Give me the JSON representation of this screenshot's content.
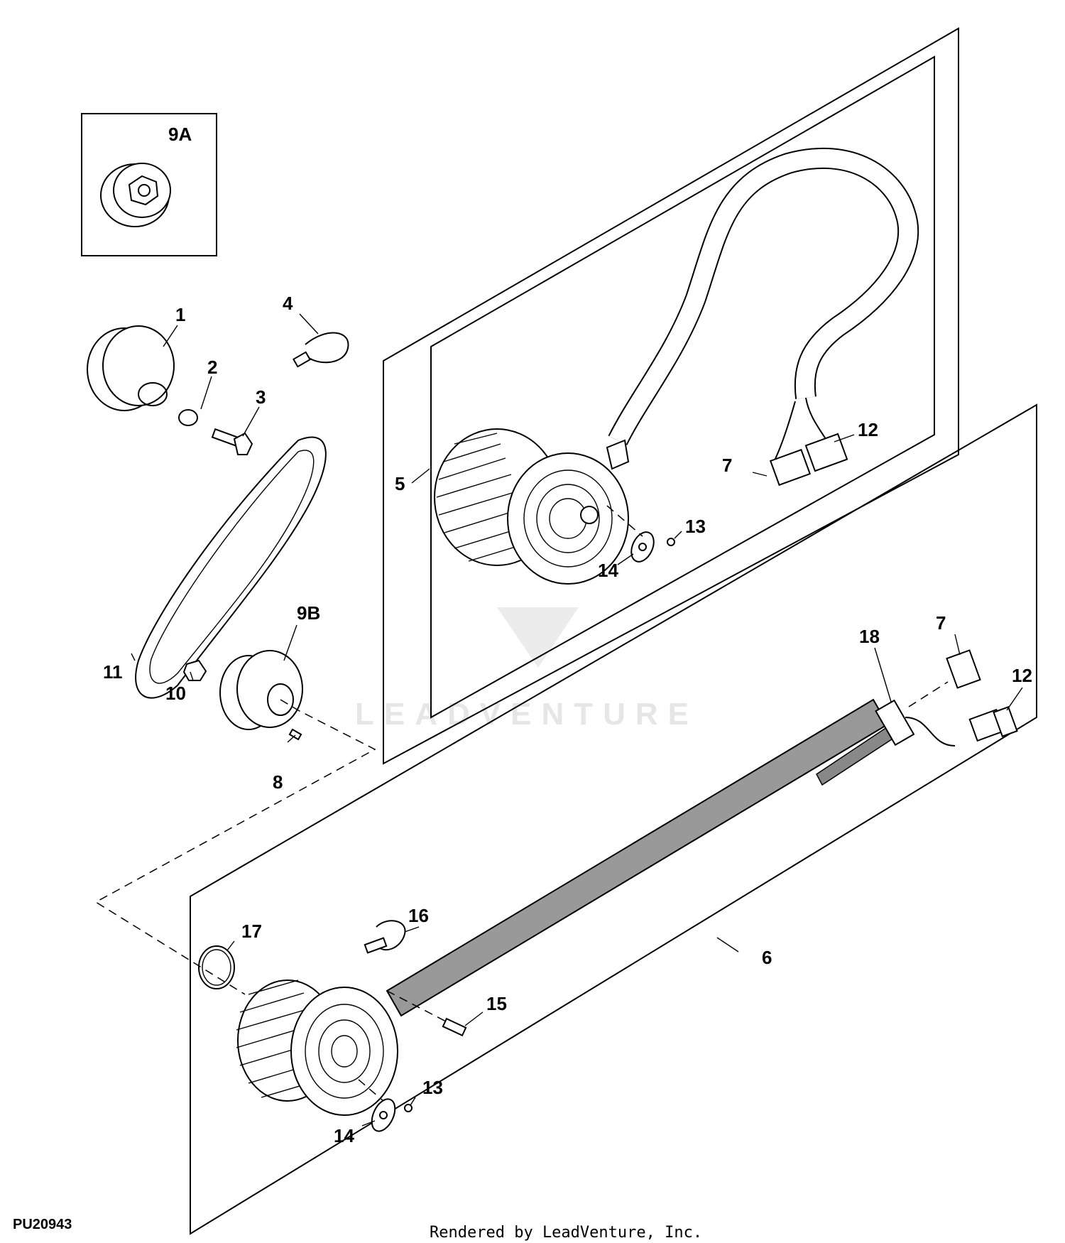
{
  "figure_id": "PU20943",
  "credit": "Rendered by LeadVenture, Inc.",
  "watermark": "LEADVENTURE",
  "callouts": {
    "c9a": "9A",
    "c1": "1",
    "c2": "2",
    "c3": "3",
    "c4": "4",
    "c5": "5",
    "c6": "6",
    "c7_top": "7",
    "c7_lower": "7",
    "c8": "8",
    "c9b": "9B",
    "c10": "10",
    "c11": "11",
    "c12_top": "12",
    "c12_lower": "12",
    "c13_top": "13",
    "c13_lower": "13",
    "c14_top": "14",
    "c14_lower": "14",
    "c15": "15",
    "c16": "16",
    "c17": "17",
    "c18": "18"
  },
  "colors": {
    "line": "#000000",
    "background": "#ffffff",
    "watermark": "#e6e6e6"
  }
}
